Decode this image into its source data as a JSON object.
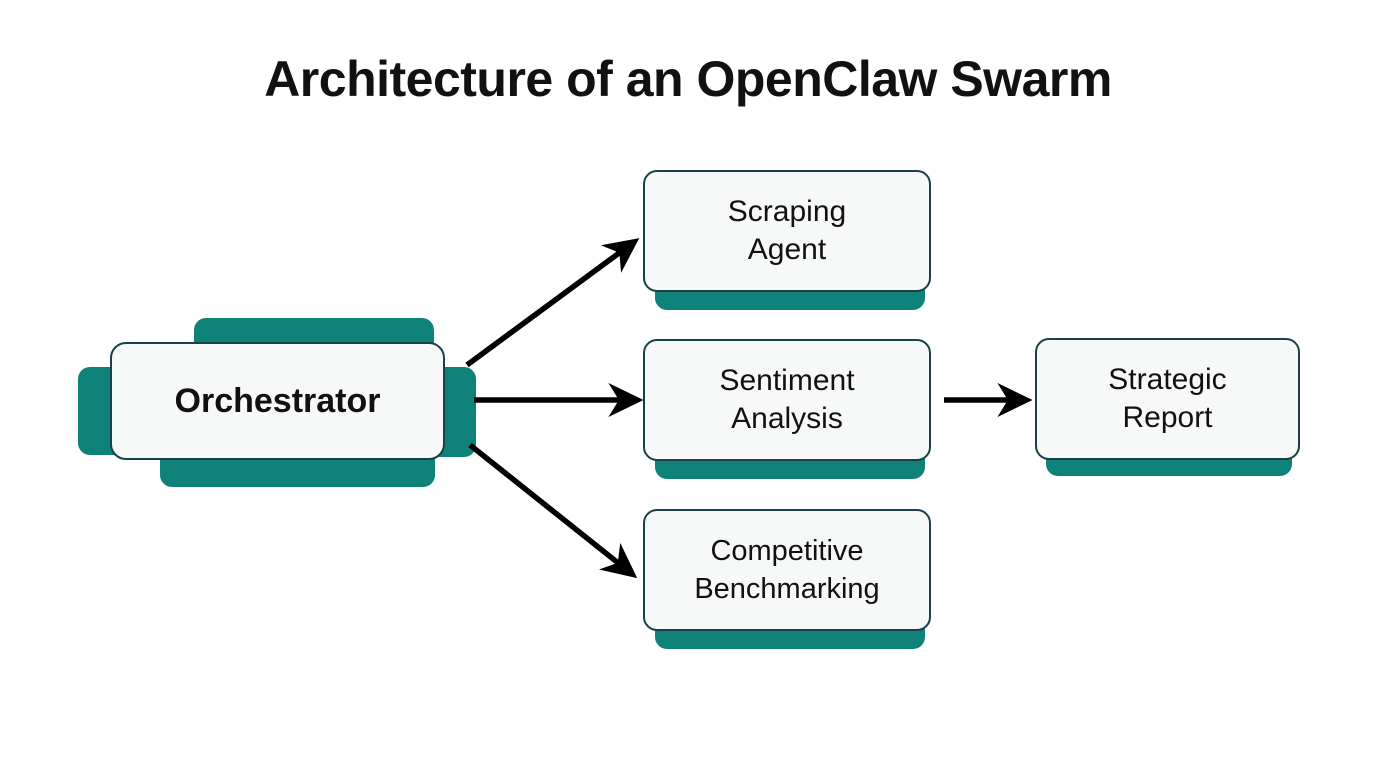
{
  "title": "Architecture of an OpenClaw Swarm",
  "colors": {
    "background": "#ffffff",
    "accent_teal": "#0E8279",
    "card_fill": "#F7F9F8",
    "card_border": "#1B4049",
    "text": "#111111",
    "arrow": "#000000"
  },
  "nodes": {
    "orchestrator": {
      "label": "Orchestrator"
    },
    "scraping_agent": {
      "label": "Scraping\nAgent",
      "line1": "Scraping",
      "line2": "Agent"
    },
    "sentiment_analysis": {
      "label": "Sentiment\nAnalysis",
      "line1": "Sentiment",
      "line2": "Analysis"
    },
    "competitive_benchmarking": {
      "label": "Competitive\nBenchmarking",
      "line1": "Competitive",
      "line2": "Benchmarking"
    },
    "strategic_report": {
      "label": "Strategic\nReport",
      "line1": "Strategic",
      "line2": "Report"
    }
  },
  "edges": [
    {
      "id": "orchestrator-to-scraping-agent",
      "from": "orchestrator",
      "to": "scraping_agent",
      "direction": "up-right"
    },
    {
      "id": "orchestrator-to-sentiment-analysis",
      "from": "orchestrator",
      "to": "sentiment_analysis",
      "direction": "right"
    },
    {
      "id": "orchestrator-to-competitive-benchmarking",
      "from": "orchestrator",
      "to": "competitive_benchmarking",
      "direction": "down-right"
    },
    {
      "id": "sentiment-analysis-to-strategic-report",
      "from": "sentiment_analysis",
      "to": "strategic_report",
      "direction": "right"
    }
  ]
}
